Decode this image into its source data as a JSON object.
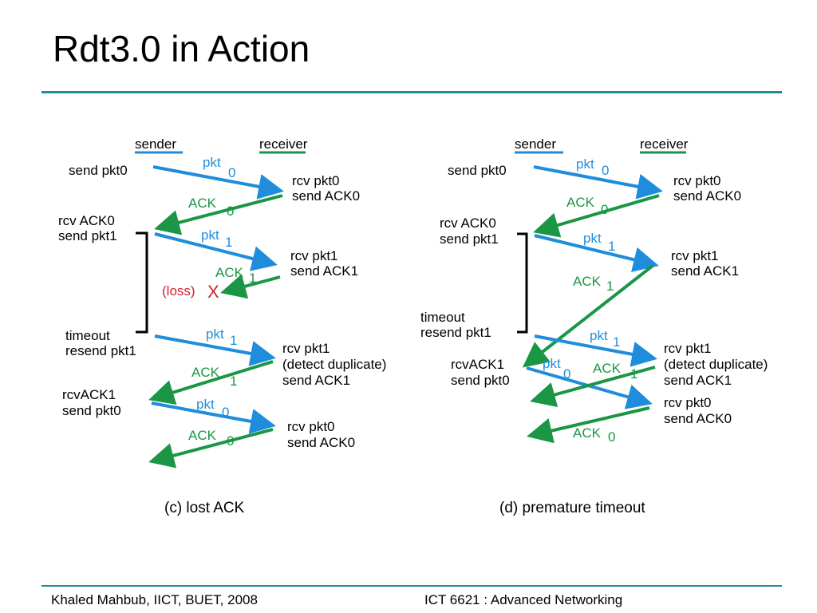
{
  "slide": {
    "title": "Rdt3.0 in Action",
    "footer_left": "Khaled Mahbub, IICT, BUET, 2008",
    "footer_right": "ICT 6621 : Advanced Networking"
  },
  "colors": {
    "sender": "#1f8ddb",
    "receiver": "#1a9645",
    "loss": "#d21f2a",
    "rule": "#1a8f9a"
  },
  "diagram_c": {
    "caption": "(c) lost ACK",
    "legend": {
      "sender": "sender",
      "receiver": "receiver"
    },
    "sender_labels": [
      "send pkt0",
      "rcv ACK0",
      "send pkt1",
      "timeout",
      "resend pkt1",
      "rcvACK1",
      "send pkt0"
    ],
    "receiver_labels": [
      "rcv pkt0",
      "send ACK0",
      "rcv pkt1",
      "send ACK1",
      "rcv pkt1",
      "(detect duplicate)",
      "send ACK1",
      "rcv pkt0",
      "send ACK0"
    ],
    "message_labels": [
      {
        "name": "pkt",
        "sub": "0"
      },
      {
        "name": "ACK",
        "sub": "0"
      },
      {
        "name": "pkt",
        "sub": "1"
      },
      {
        "name": "ACK",
        "sub": "1"
      },
      {
        "name": "pkt",
        "sub": "1"
      },
      {
        "name": "ACK",
        "sub": "1"
      },
      {
        "name": "pkt",
        "sub": "0"
      },
      {
        "name": "ACK",
        "sub": "0"
      }
    ],
    "loss_label": "(loss)",
    "loss_mark": "X"
  },
  "diagram_d": {
    "caption": "(d) premature timeout",
    "legend": {
      "sender": "sender",
      "receiver": "receiver"
    },
    "sender_labels": [
      "send pkt0",
      "rcv ACK0",
      "send pkt1",
      "timeout",
      "resend pkt1",
      "rcvACK1",
      "send pkt0"
    ],
    "receiver_labels": [
      "rcv pkt0",
      "send ACK0",
      "rcv pkt1",
      "send ACK1",
      "rcv pkt1",
      "(detect duplicate)",
      "send ACK1",
      "rcv pkt0",
      "send ACK0"
    ],
    "message_labels": [
      {
        "name": "pkt",
        "sub": "0"
      },
      {
        "name": "ACK",
        "sub": "0"
      },
      {
        "name": "pkt",
        "sub": "1"
      },
      {
        "name": "ACK",
        "sub": "1"
      },
      {
        "name": "pkt",
        "sub": "1"
      },
      {
        "name": "pkt",
        "sub": "0"
      },
      {
        "name": "ACK",
        "sub": "1"
      },
      {
        "name": "ACK",
        "sub": "0"
      }
    ]
  }
}
